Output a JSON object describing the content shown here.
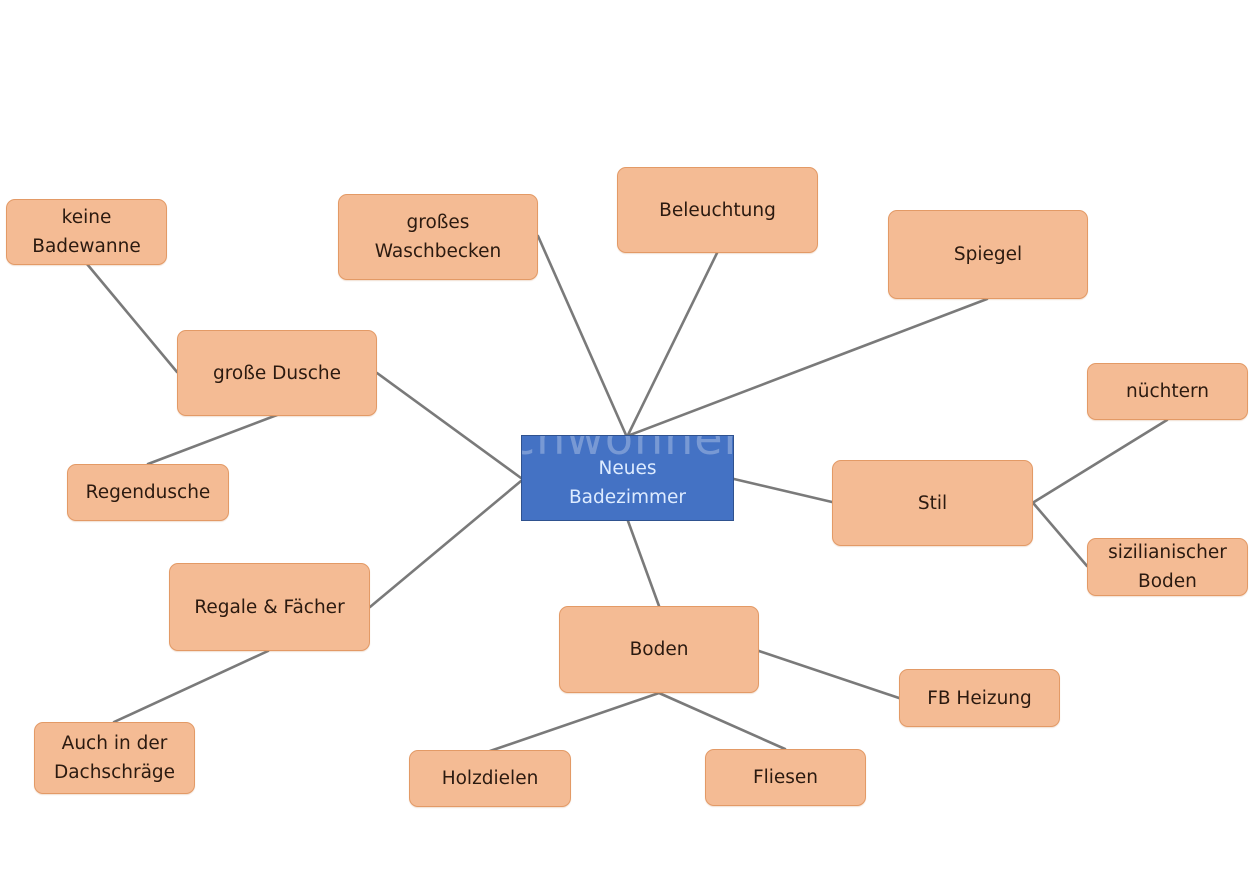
{
  "diagram": {
    "type": "mind-map",
    "root": {
      "id": "root",
      "label": "Neues\nBadezimmer",
      "watermark": "ichwohnen"
    },
    "nodes": [
      {
        "id": "keine-badewanne",
        "label": "keine\nBadewanne",
        "parent": "grosse-dusche"
      },
      {
        "id": "grosse-dusche",
        "label": "große Dusche",
        "parent": "root"
      },
      {
        "id": "regendusche",
        "label": "Regendusche",
        "parent": "grosse-dusche"
      },
      {
        "id": "grosses-waschbecken",
        "label": "großes\nWaschbecken",
        "parent": "root"
      },
      {
        "id": "beleuchtung",
        "label": "Beleuchtung",
        "parent": "root"
      },
      {
        "id": "spiegel",
        "label": "Spiegel",
        "parent": "root"
      },
      {
        "id": "stil",
        "label": "Stil",
        "parent": "root"
      },
      {
        "id": "nuechtern",
        "label": "nüchtern",
        "parent": "stil"
      },
      {
        "id": "sizilianischer-boden",
        "label": "sizilianischer\nBoden",
        "parent": "stil"
      },
      {
        "id": "regale-faecher",
        "label": "Regale & Fächer",
        "parent": "root"
      },
      {
        "id": "dachschraege",
        "label": "Auch in der\nDachschräge",
        "parent": "regale-faecher"
      },
      {
        "id": "boden",
        "label": "Boden",
        "parent": "root"
      },
      {
        "id": "fb-heizung",
        "label": "FB Heizung",
        "parent": "boden"
      },
      {
        "id": "holzdielen",
        "label": "Holzdielen",
        "parent": "boden"
      },
      {
        "id": "fliesen",
        "label": "Fliesen",
        "parent": "boden"
      }
    ],
    "colors": {
      "node_fill": "#F4BB94",
      "node_border": "#E39A66",
      "root_fill": "#4472C4",
      "root_text": "#DDEBFF",
      "edge": "#7A7A7A"
    }
  }
}
